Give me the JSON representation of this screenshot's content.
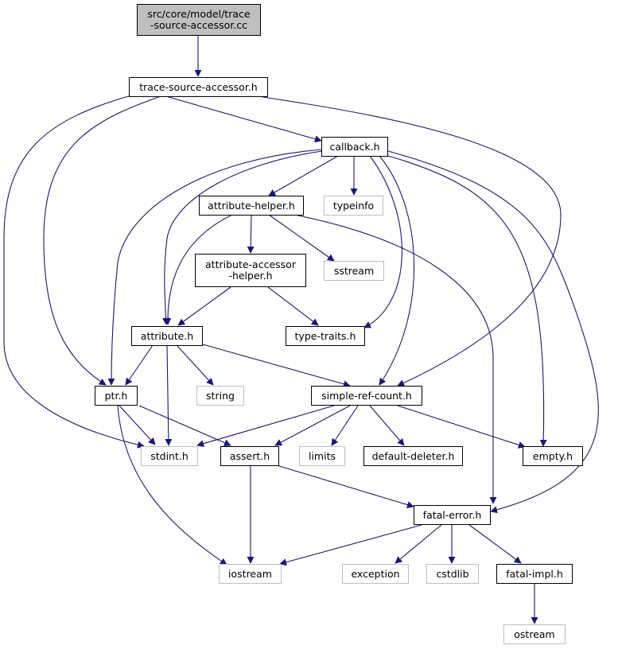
{
  "nodes": {
    "root": {
      "l1": "src/core/model/trace",
      "l2": "-source-accessor.cc"
    },
    "trace_source_accessor_h": "trace-source-accessor.h",
    "callback_h": "callback.h",
    "attribute_helper_h": "attribute-helper.h",
    "typeinfo": "typeinfo",
    "attribute_accessor_helper_h": {
      "l1": "attribute-accessor",
      "l2": "-helper.h"
    },
    "sstream": "sstream",
    "attribute_h": "attribute.h",
    "type_traits_h": "type-traits.h",
    "ptr_h": "ptr.h",
    "string": "string",
    "simple_ref_count_h": "simple-ref-count.h",
    "stdint_h": "stdint.h",
    "assert_h": "assert.h",
    "limits": "limits",
    "default_deleter_h": "default-deleter.h",
    "empty_h": "empty.h",
    "fatal_error_h": "fatal-error.h",
    "iostream": "iostream",
    "exception": "exception",
    "cstdlib": "cstdlib",
    "fatal_impl_h": "fatal-impl.h",
    "ostream": "ostream"
  },
  "edge_color": "#191970",
  "system_header_border_color": "#bfbfbf",
  "root_fill_color": "#bfbfbf"
}
